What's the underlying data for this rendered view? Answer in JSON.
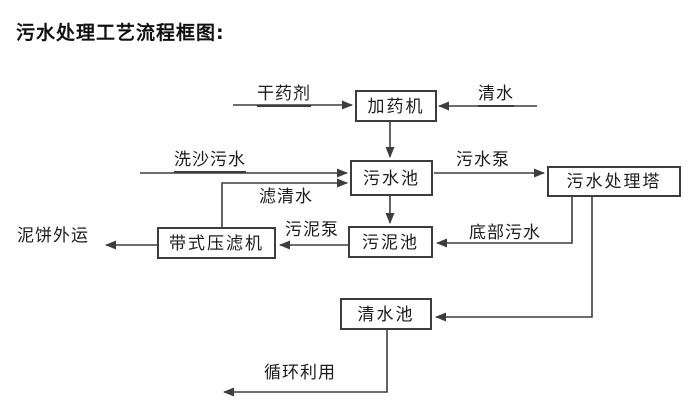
{
  "title": "污水处理工艺流程框图:",
  "nodes": {
    "dosing_machine": "加药机",
    "sewage_pool": "污水池",
    "treatment_tower": "污水处理塔",
    "sludge_pool": "污泥池",
    "belt_filter_press": "带式压滤机",
    "clear_water_pool": "清水池"
  },
  "flow_labels": {
    "dry_chemical": "干药剂",
    "clean_water": "清水",
    "sand_wash_sewage": "洗沙污水",
    "filtered_water": "滤清水",
    "sewage_pump": "污水泵",
    "sludge_pump": "污泥泵",
    "bottom_sewage": "底部污水",
    "mud_cake_out": "泥饼外运",
    "recycled_use": "循环利用"
  },
  "colors": {
    "line": "#3d3d3d",
    "text": "#1c1c1c",
    "background": "#ffffff"
  }
}
